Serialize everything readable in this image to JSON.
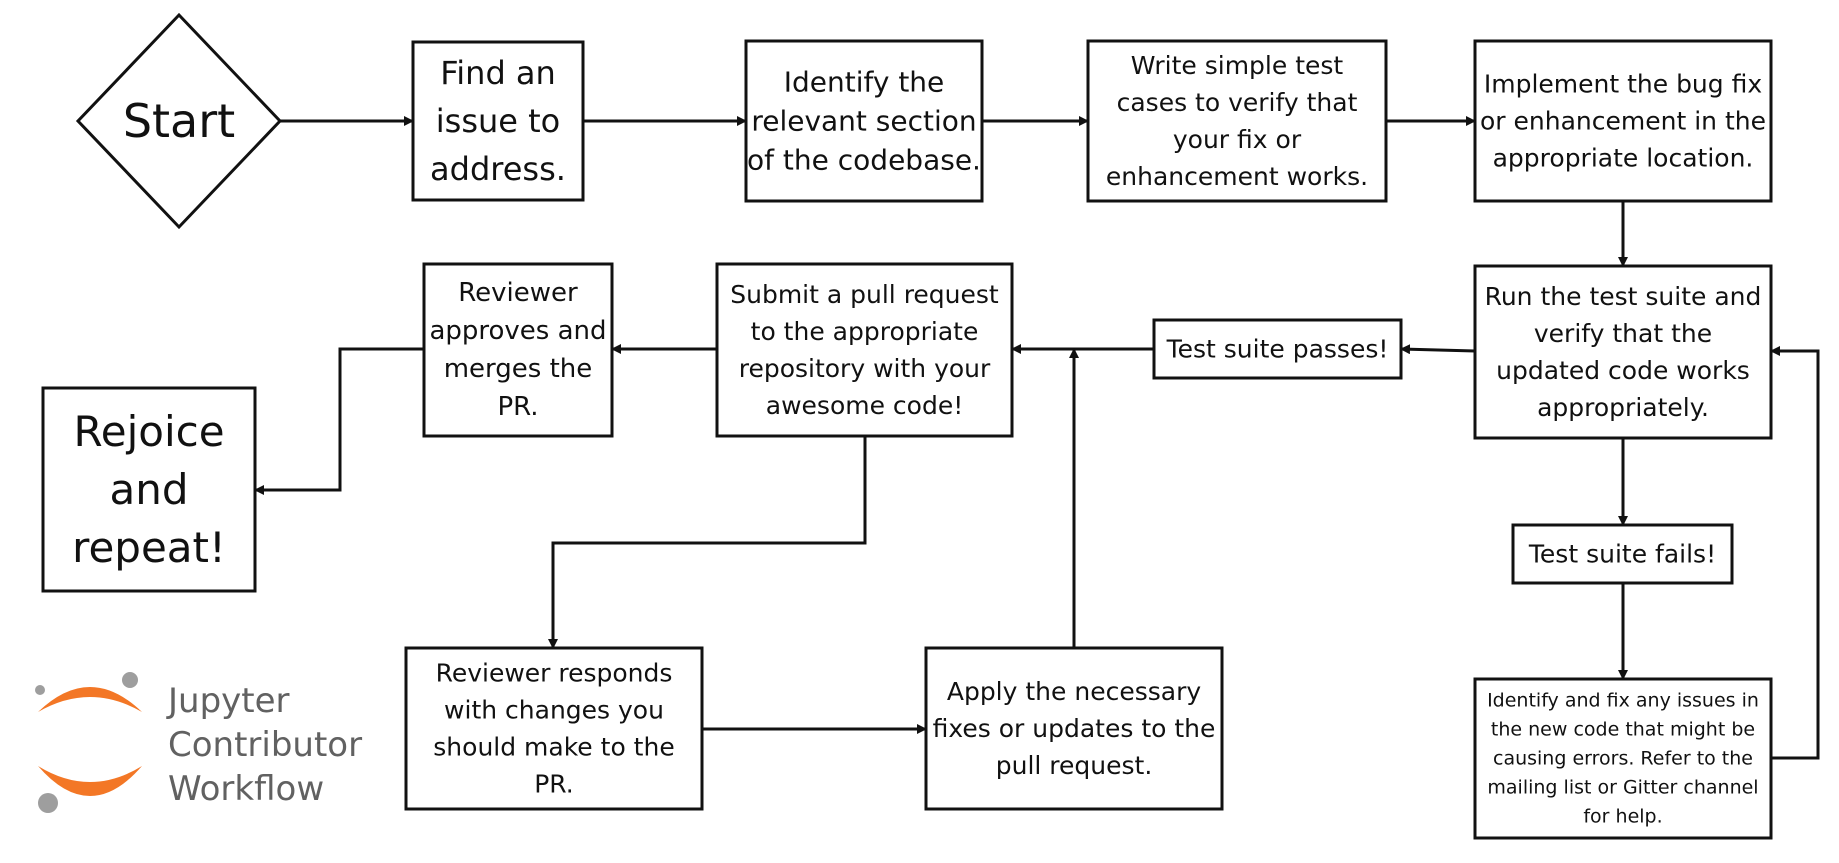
{
  "diagram": {
    "nodes": [
      {
        "id": "start",
        "shape": "diamond",
        "lines": [
          "Start"
        ]
      },
      {
        "id": "find_issue",
        "shape": "box",
        "lines": [
          "Find an",
          "issue to",
          "address."
        ]
      },
      {
        "id": "identify_section",
        "shape": "box",
        "lines": [
          "Identify the",
          "relevant section",
          "of the codebase."
        ]
      },
      {
        "id": "write_tests",
        "shape": "box",
        "lines": [
          "Write simple test",
          "cases to verify that",
          "your fix or",
          "enhancement works."
        ]
      },
      {
        "id": "implement_fix",
        "shape": "box",
        "lines": [
          "Implement the bug fix",
          "or enhancement in the",
          "appropriate location."
        ]
      },
      {
        "id": "run_suite",
        "shape": "box",
        "lines": [
          "Run the test suite and",
          "verify that the",
          "updated code works",
          "appropriately."
        ]
      },
      {
        "id": "suite_passes",
        "shape": "box",
        "status": "success",
        "lines": [
          "Test suite passes!"
        ]
      },
      {
        "id": "suite_fails",
        "shape": "box",
        "status": "failure",
        "lines": [
          "Test suite fails!"
        ]
      },
      {
        "id": "fix_issues",
        "shape": "box",
        "lines": [
          "Identify and fix any issues in",
          "the new code that might be",
          "causing errors. Refer to the",
          "mailing list or Gitter channel",
          "for help."
        ]
      },
      {
        "id": "submit_pr",
        "shape": "box",
        "lines": [
          "Submit a pull request",
          "to the appropriate",
          "repository with your",
          "awesome code!"
        ]
      },
      {
        "id": "reviewer_approves",
        "shape": "box",
        "lines": [
          "Reviewer",
          "approves and",
          "merges the",
          "PR."
        ]
      },
      {
        "id": "rejoice",
        "shape": "box",
        "lines": [
          "Rejoice",
          "and",
          "repeat!"
        ]
      },
      {
        "id": "reviewer_changes",
        "shape": "box",
        "status": "failure",
        "lines": [
          "Reviewer responds",
          "with changes you",
          "should make to the",
          "PR."
        ]
      },
      {
        "id": "apply_fixes",
        "shape": "box",
        "lines": [
          "Apply the necessary",
          "fixes or updates to the",
          "pull request."
        ]
      }
    ],
    "edges": [
      {
        "from": "start",
        "to": "find_issue"
      },
      {
        "from": "find_issue",
        "to": "identify_section"
      },
      {
        "from": "identify_section",
        "to": "write_tests"
      },
      {
        "from": "write_tests",
        "to": "implement_fix"
      },
      {
        "from": "implement_fix",
        "to": "run_suite"
      },
      {
        "from": "run_suite",
        "to": "suite_passes"
      },
      {
        "from": "run_suite",
        "to": "suite_fails"
      },
      {
        "from": "suite_fails",
        "to": "fix_issues"
      },
      {
        "from": "fix_issues",
        "to": "run_suite"
      },
      {
        "from": "suite_passes",
        "to": "submit_pr"
      },
      {
        "from": "submit_pr",
        "to": "reviewer_approves"
      },
      {
        "from": "submit_pr",
        "to": "reviewer_changes"
      },
      {
        "from": "reviewer_changes",
        "to": "apply_fixes"
      },
      {
        "from": "apply_fixes",
        "to": "submit_pr"
      },
      {
        "from": "reviewer_approves",
        "to": "rejoice"
      }
    ]
  },
  "logo": {
    "lines": [
      "Jupyter",
      "Contributor",
      "Workflow"
    ],
    "icon": "jupyter-logo-icon"
  },
  "colors": {
    "line": "#111111",
    "success_border": "#3a7d2a",
    "failure_border": "#7a2a1a",
    "logo_orange": "#f37726",
    "logo_gray": "#9e9e9e",
    "logo_text": "#616161"
  }
}
